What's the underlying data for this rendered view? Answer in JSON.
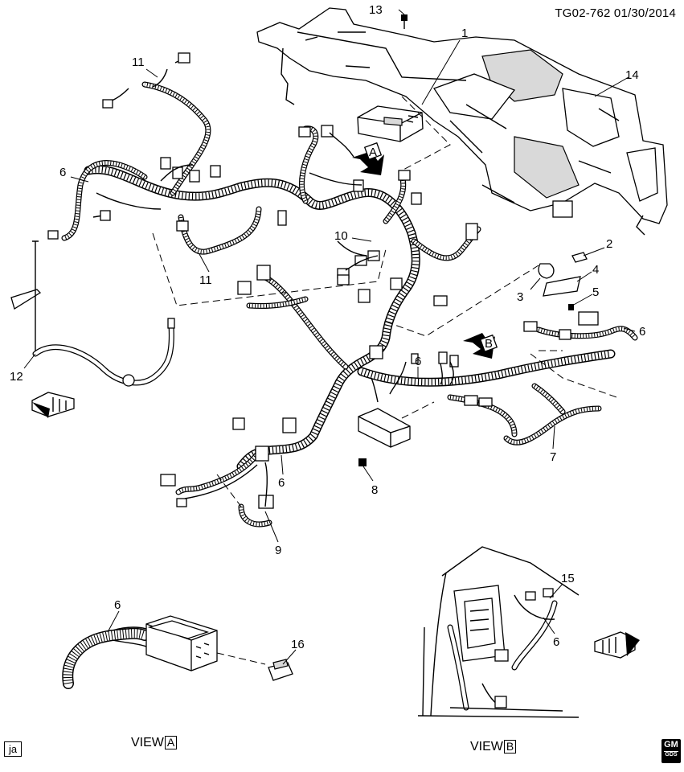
{
  "header": {
    "code": "TG02-762 01/30/2014"
  },
  "callouts": [
    "1",
    "2",
    "3",
    "4",
    "5",
    "6",
    "7",
    "8",
    "9",
    "10",
    "11",
    "12",
    "13",
    "14",
    "15",
    "16"
  ],
  "views": {
    "a": {
      "word": "VIEW",
      "letter": "A"
    },
    "b": {
      "word": "VIEW",
      "letter": "B"
    }
  },
  "arrow_letters": {
    "a": "A",
    "b": "B"
  },
  "footer": {
    "artist": "ja",
    "logo_top": "GM",
    "logo_bottom": "GDS"
  }
}
